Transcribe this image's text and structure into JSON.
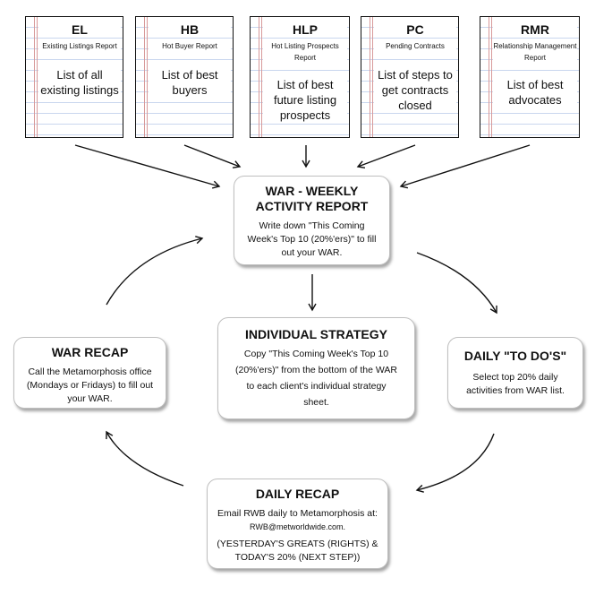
{
  "reports": [
    {
      "code": "EL",
      "name": "Existing Listings Report",
      "desc": "List of all existing listings"
    },
    {
      "code": "HB",
      "name": "Hot Buyer Report",
      "desc": "List of best buyers"
    },
    {
      "code": "HLP",
      "name": "Hot Listing Prospects Report",
      "desc": "List of best future listing prospects"
    },
    {
      "code": "PC",
      "name": "Pending Contracts",
      "desc": "List of steps to get contracts closed"
    },
    {
      "code": "RMR",
      "name": "Relationship Management Report",
      "desc": "List of best advocates"
    }
  ],
  "war": {
    "title": "WAR - WEEKLY ACTIVITY REPORT",
    "body": "Write down \"This Coming Week's Top 10 (20%'ers)\" to fill out your WAR."
  },
  "strategy": {
    "title": "INDIVIDUAL STRATEGY",
    "body": "Copy \"This Coming Week's Top 10 (20%'ers)\" from the bottom of the WAR to each client's individual strategy sheet."
  },
  "recap": {
    "title": "WAR RECAP",
    "body": "Call the Metamorphosis office (Mondays or Fridays) to fill out your WAR."
  },
  "todos": {
    "title": "DAILY \"TO DO'S\"",
    "body": "Select top 20% daily activities from WAR list."
  },
  "daily_recap": {
    "title": "DAILY RECAP",
    "body1": "Email RWB daily to Metamorphosis at: ",
    "email": "RWB@metworldwide.com.",
    "body2": "(YESTERDAY'S GREATS (RIGHTS) & TODAY'S 20% (NEXT STEP))"
  }
}
